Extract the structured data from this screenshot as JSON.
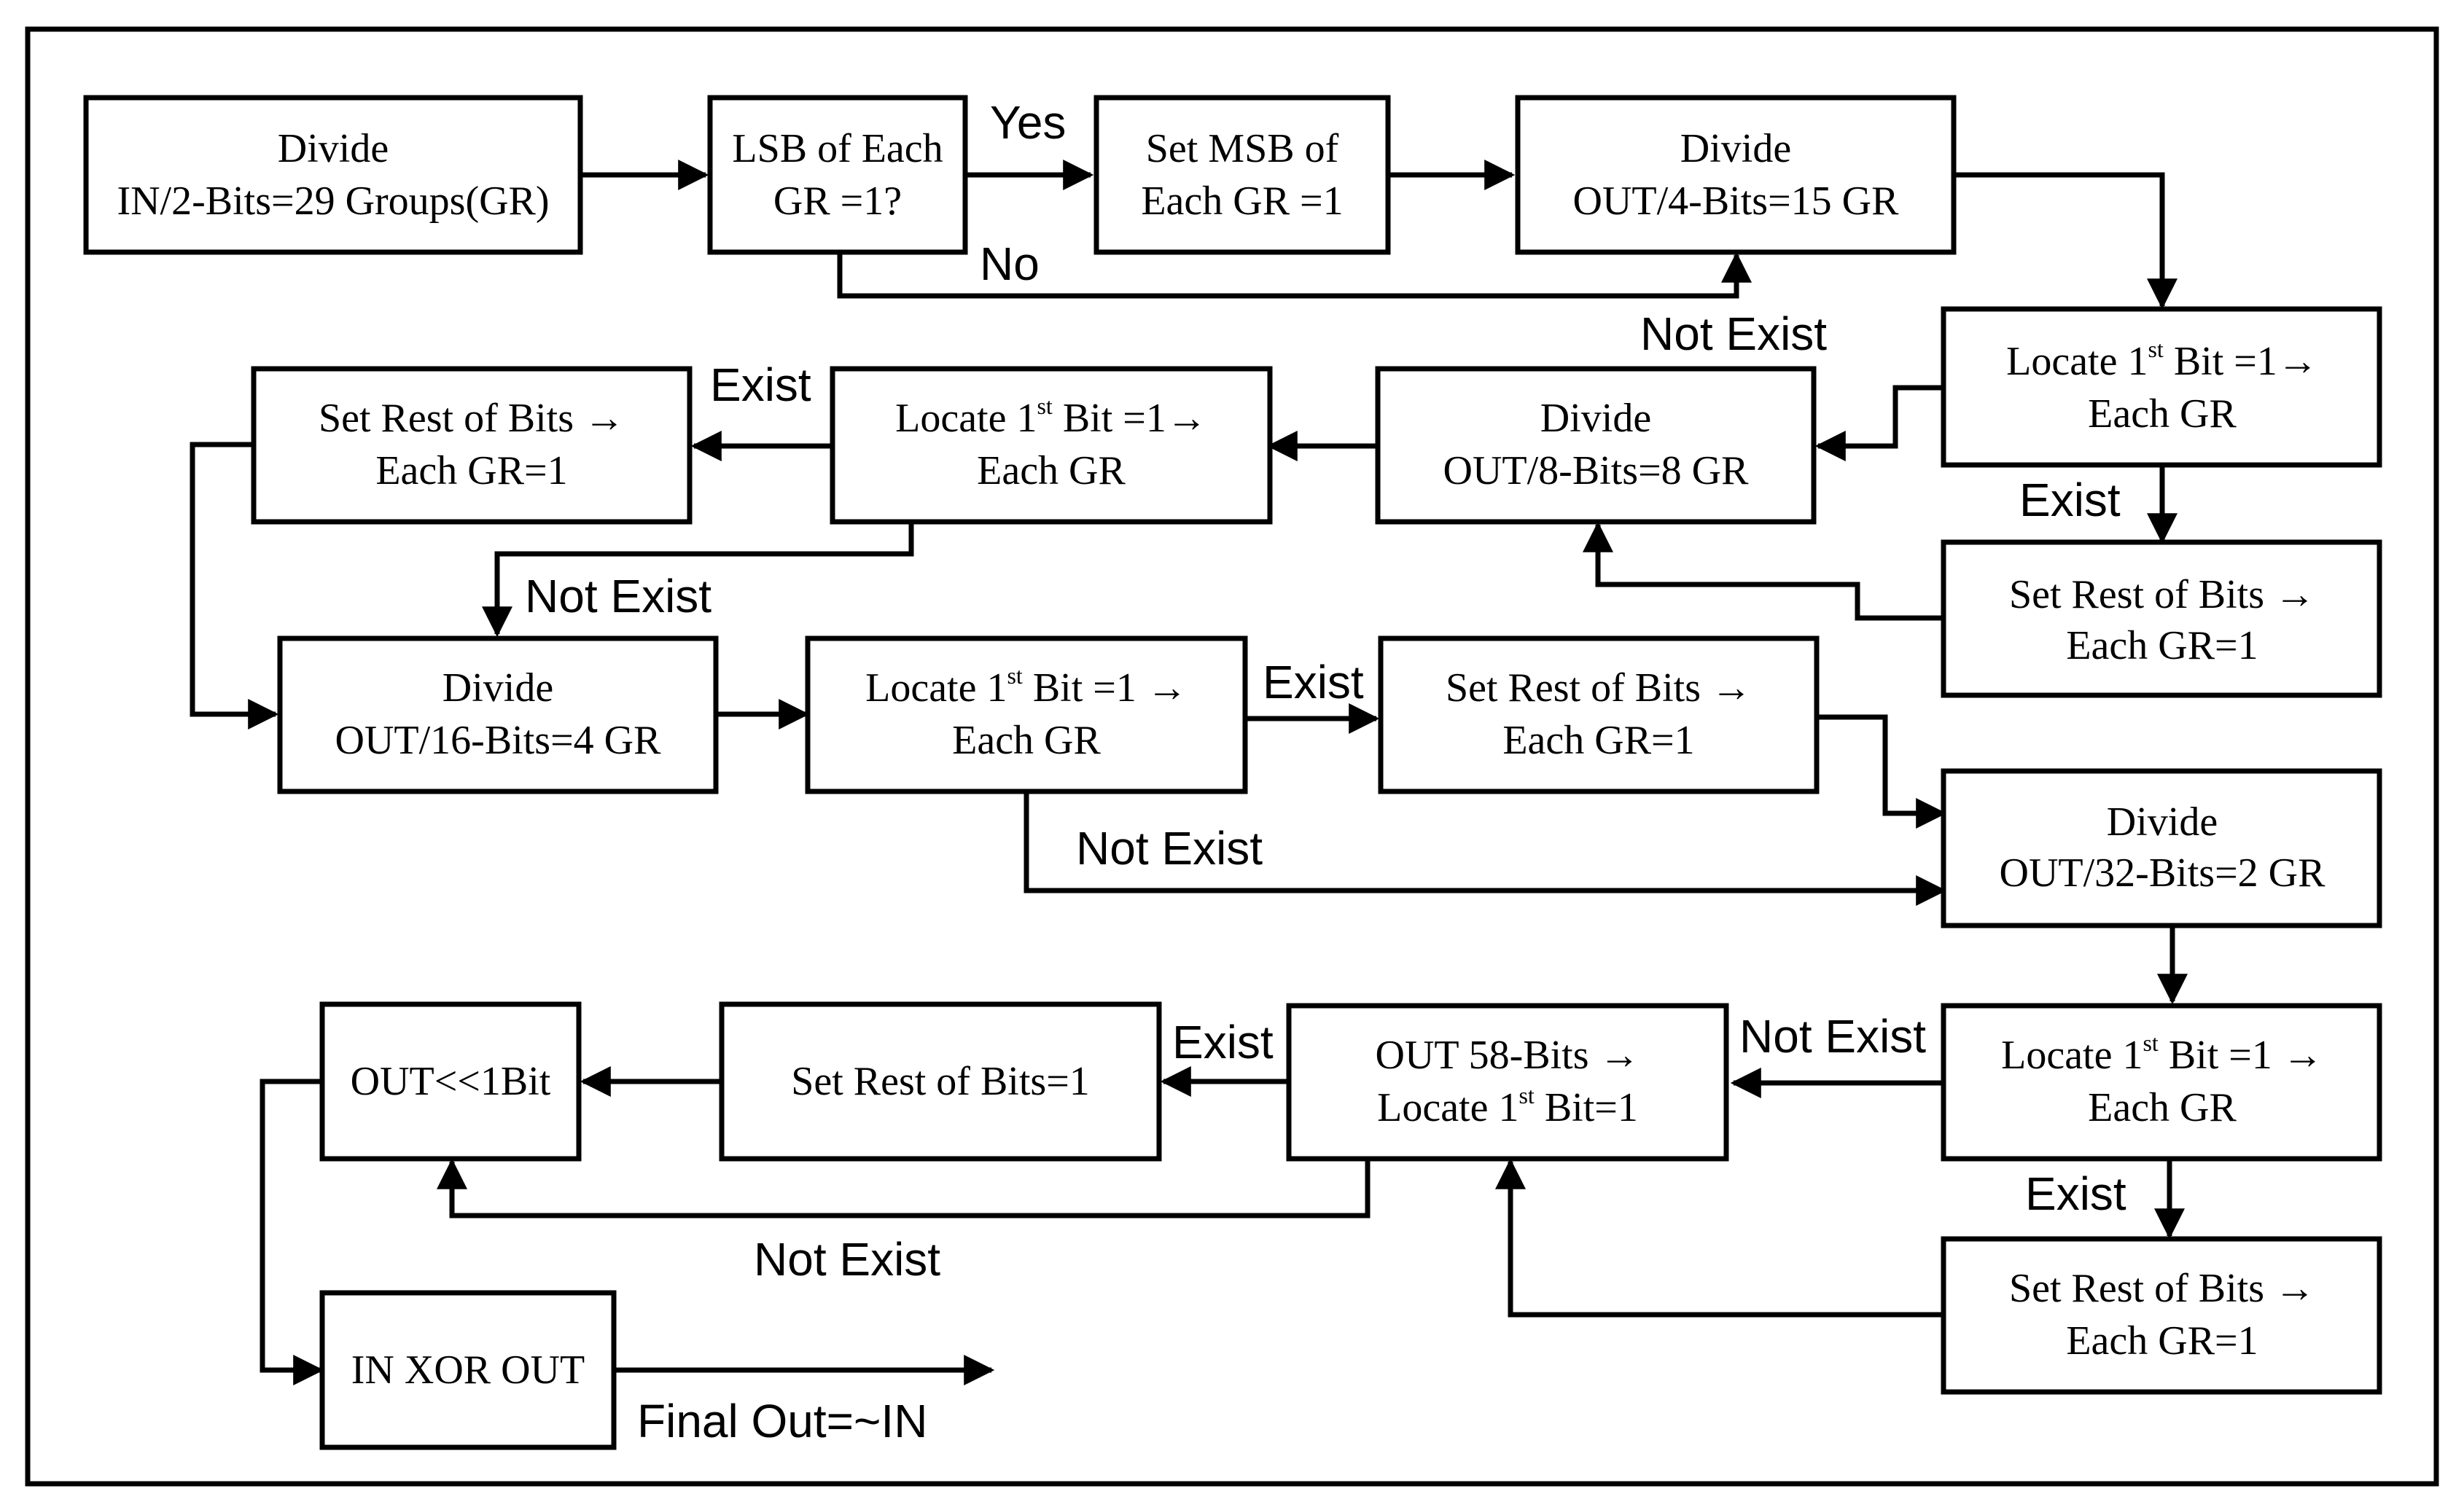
{
  "nodes": {
    "divide_in": {
      "line1": "Divide",
      "line2": "IN/2-Bits=29 Groups(GR)"
    },
    "lsb_check": {
      "line1": "LSB of Each",
      "line2": "GR =1?"
    },
    "set_msb": {
      "line1": "Set MSB of",
      "line2": "Each GR =1"
    },
    "divide_4": {
      "line1": "Divide",
      "line2": "OUT/4-Bits=15 GR"
    },
    "locate_4": {
      "pre": "Locate 1",
      "sup": "st",
      "post": " Bit =1→",
      "line2": "Each GR"
    },
    "set_rest_4": {
      "line1": "Set Rest of Bits →",
      "line2": "Each GR=1"
    },
    "divide_8": {
      "line1": "Divide",
      "line2": "OUT/8-Bits=8 GR"
    },
    "locate_8": {
      "pre": "Locate 1",
      "sup": "st",
      "post": " Bit =1→",
      "line2": "Each GR"
    },
    "set_rest_8": {
      "line1": "Set Rest of Bits →",
      "line2": "Each GR=1"
    },
    "divide_16": {
      "line1": "Divide",
      "line2": "OUT/16-Bits=4 GR"
    },
    "locate_16": {
      "pre": "Locate 1",
      "sup": "st",
      "post": " Bit =1 →",
      "line2": "Each GR"
    },
    "set_rest_16": {
      "line1": "Set Rest of Bits →",
      "line2": "Each GR=1"
    },
    "divide_32": {
      "line1": "Divide",
      "line2": "OUT/32-Bits=2 GR"
    },
    "locate_32": {
      "pre": "Locate 1",
      "sup": "st",
      "post": " Bit =1 →",
      "line2": "Each GR"
    },
    "set_rest_32": {
      "line1": "Set Rest of Bits →",
      "line2": "Each GR=1"
    },
    "out58": {
      "line1": "OUT 58-Bits →",
      "pre": "Locate 1",
      "sup": "st",
      "post": " Bit=1"
    },
    "set_rest_all": {
      "line1": "Set Rest of Bits=1"
    },
    "shift": {
      "line1": "OUT<<1Bit"
    },
    "xor": {
      "line1": "IN XOR OUT"
    }
  },
  "edge_labels": {
    "yes": "Yes",
    "no": "No",
    "not_exist": "Not Exist",
    "exist": "Exist",
    "final_out": "Final Out=~IN"
  }
}
